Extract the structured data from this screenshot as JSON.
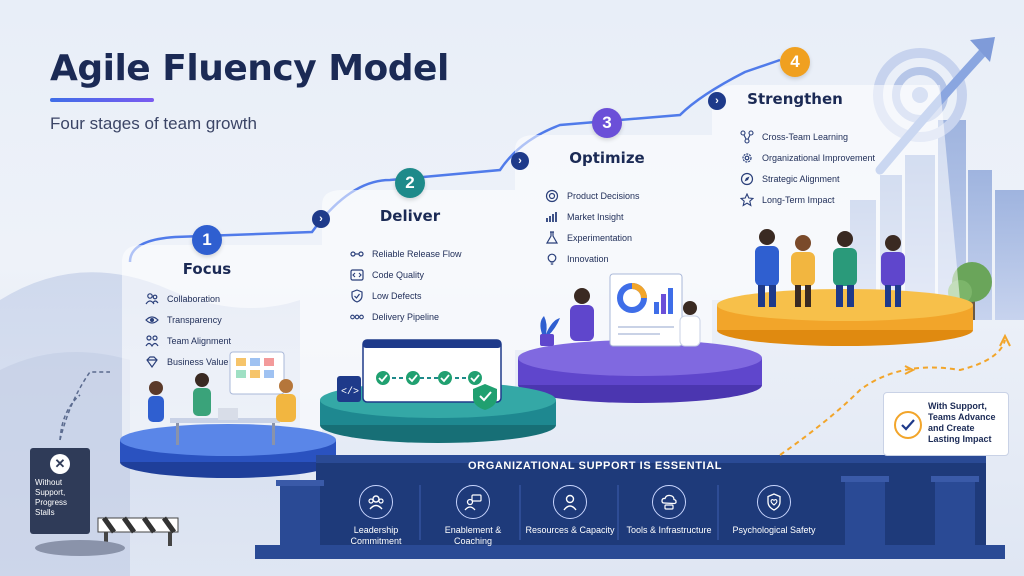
{
  "header": {
    "title": "Agile Fluency Model",
    "subtitle": "Four stages of team growth"
  },
  "stages": [
    {
      "number": "1",
      "title": "Focus",
      "color": "#2f5fd0",
      "items": [
        {
          "icon": "people-icon",
          "label": "Collaboration"
        },
        {
          "icon": "eye-icon",
          "label": "Transparency"
        },
        {
          "icon": "team-icon",
          "label": "Team Alignment"
        },
        {
          "icon": "diamond-icon",
          "label": "Business Value"
        }
      ]
    },
    {
      "number": "2",
      "title": "Deliver",
      "color": "#1e8a8a",
      "items": [
        {
          "icon": "flow-icon",
          "label": "Reliable Release Flow"
        },
        {
          "icon": "code-icon",
          "label": "Code Quality"
        },
        {
          "icon": "shield-icon",
          "label": "Low Defects"
        },
        {
          "icon": "pipeline-icon",
          "label": "Delivery Pipeline"
        }
      ]
    },
    {
      "number": "3",
      "title": "Optimize",
      "color": "#6b4fd8",
      "items": [
        {
          "icon": "target-icon",
          "label": "Product Decisions"
        },
        {
          "icon": "bar-chart-icon",
          "label": "Market Insight"
        },
        {
          "icon": "flask-icon",
          "label": "Experimentation"
        },
        {
          "icon": "lightbulb-icon",
          "label": "Innovation"
        }
      ]
    },
    {
      "number": "4",
      "title": "Strengthen",
      "color": "#f0a020",
      "items": [
        {
          "icon": "network-icon",
          "label": "Cross-Team Learning"
        },
        {
          "icon": "gear-icon",
          "label": "Organizational Improvement"
        },
        {
          "icon": "compass-icon",
          "label": "Strategic Alignment"
        },
        {
          "icon": "star-icon",
          "label": "Long-Term Impact"
        }
      ]
    }
  ],
  "support": {
    "title": "ORGANIZATIONAL SUPPORT IS ESSENTIAL",
    "items": [
      {
        "icon": "leadership-icon",
        "label": "Leadership Commitment"
      },
      {
        "icon": "coaching-icon",
        "label": "Enablement & Coaching"
      },
      {
        "icon": "resources-icon",
        "label": "Resources & Capacity"
      },
      {
        "icon": "cloud-tools-icon",
        "label": "Tools & Infrastructure"
      },
      {
        "icon": "heart-shield-icon",
        "label": "Psychological Safety"
      }
    ]
  },
  "notes": {
    "without": "Without Support, Progress Stalls",
    "with": "With Support, Teams Advance and Create Lasting Impact"
  }
}
